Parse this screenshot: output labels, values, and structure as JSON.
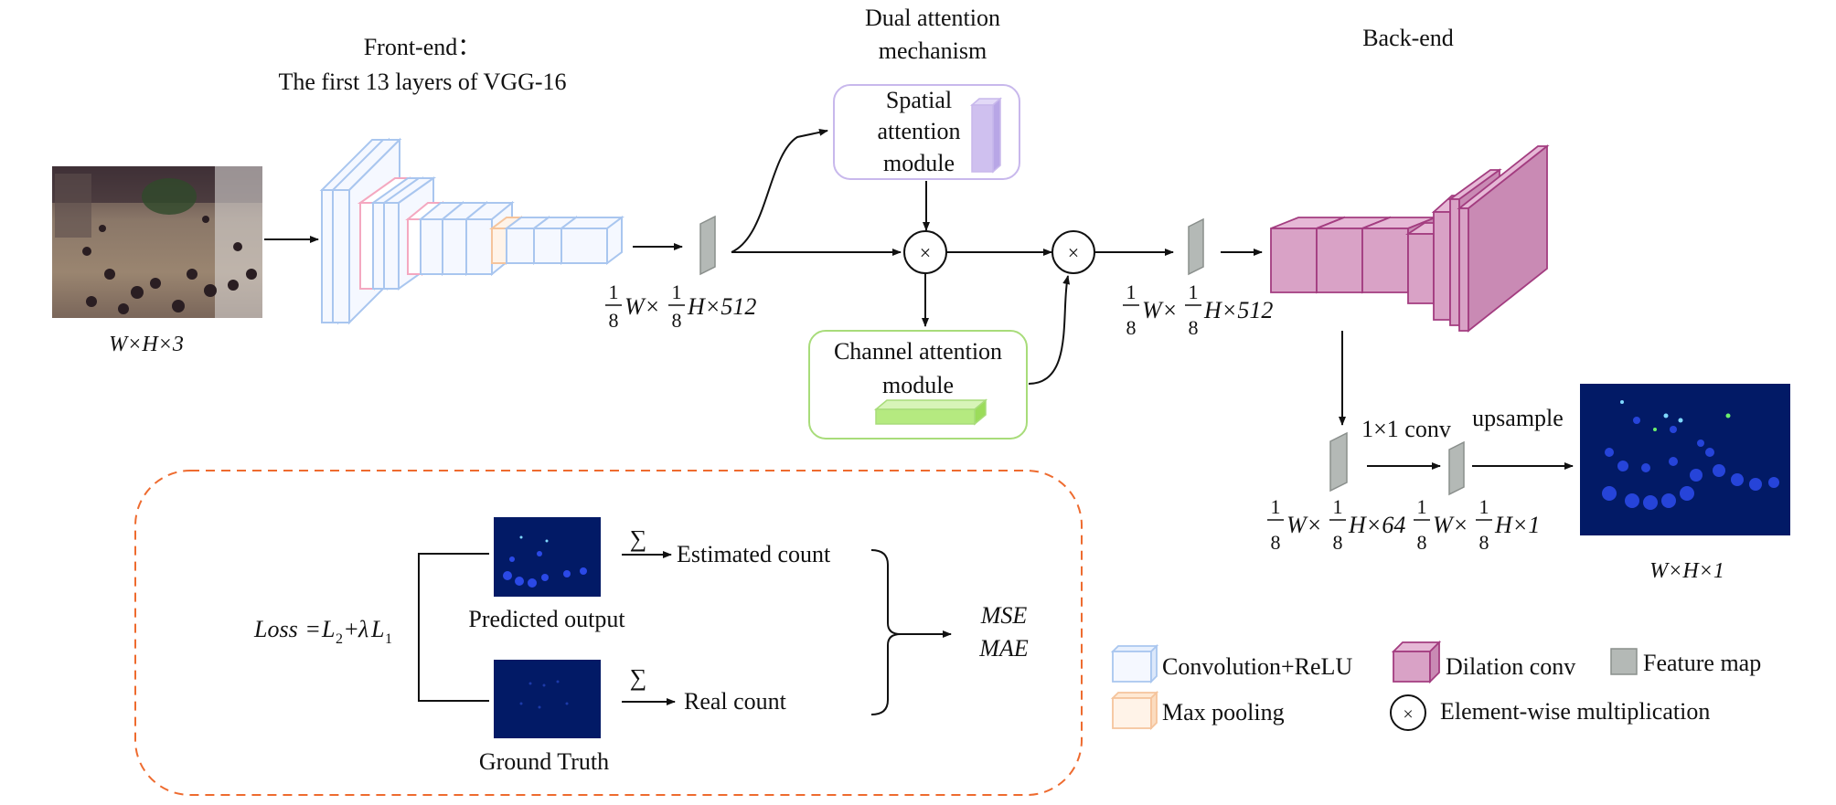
{
  "frontend": {
    "title_line1": "Front-end：",
    "title_line2": "The first 13 layers of VGG-16"
  },
  "attention": {
    "title_line1": "Dual attention",
    "title_line2": "mechanism",
    "spatial_line1": "Spatial",
    "spatial_line2": "attention",
    "spatial_line3": "module",
    "channel_line1": "Channel attention",
    "channel_line2": "module"
  },
  "backend": {
    "title": "Back-end"
  },
  "input": {
    "dims": "W×H×3"
  },
  "fm1": {
    "frac_num": "1",
    "frac_den": "8",
    "w": "W×",
    "h": "H×512"
  },
  "fm2": {
    "frac_num": "1",
    "frac_den": "8",
    "w": "W×",
    "h": "H×512"
  },
  "fm3": {
    "frac_num": "1",
    "frac_den": "8",
    "w": "W×",
    "h": "H×64"
  },
  "fm4": {
    "frac_num": "1",
    "frac_den": "8",
    "w": "W×",
    "h": "H×1"
  },
  "ops": {
    "conv1x1": "1×1 conv",
    "upsample": "upsample",
    "multiply_symbol": "×"
  },
  "output": {
    "dims": "W×H×1"
  },
  "loss": {
    "formula_loss": "Loss",
    "formula_eq": "=",
    "formula_L": "L",
    "formula_sub2": "2",
    "formula_plus": "+",
    "formula_lambda": "λ",
    "formula_sub1": "1",
    "predicted": "Predicted output",
    "ground_truth": "Ground Truth",
    "sum_symbol": "∑",
    "estimated": "Estimated count",
    "real": "Real count",
    "mse": "MSE",
    "mae": "MAE"
  },
  "legend": {
    "conv": "Convolution+ReLU",
    "maxpool": "Max pooling",
    "dilation": "Dilation conv",
    "feature_map": "Feature map",
    "elementwise": "Element-wise multiplication"
  },
  "colors": {
    "conv_edge": "#a9c6ef",
    "conv_fill": "#f5f8ff",
    "pink_edge": "#f4a8c0",
    "pool_edge": "#f5c49c",
    "pool_fill": "#fff3e8",
    "spatial_edge": "#c8b8ec",
    "spatial_fill": "#cfc0ef",
    "channel_edge": "#a8dc7a",
    "channel_fill": "#b5ea80",
    "dilation_fill": "#d9a2c6",
    "dilation_edge": "#a33d80",
    "feature_fill": "#b4b9b6",
    "loss_border": "#ee6b2f",
    "density_bg": "#021a66"
  }
}
